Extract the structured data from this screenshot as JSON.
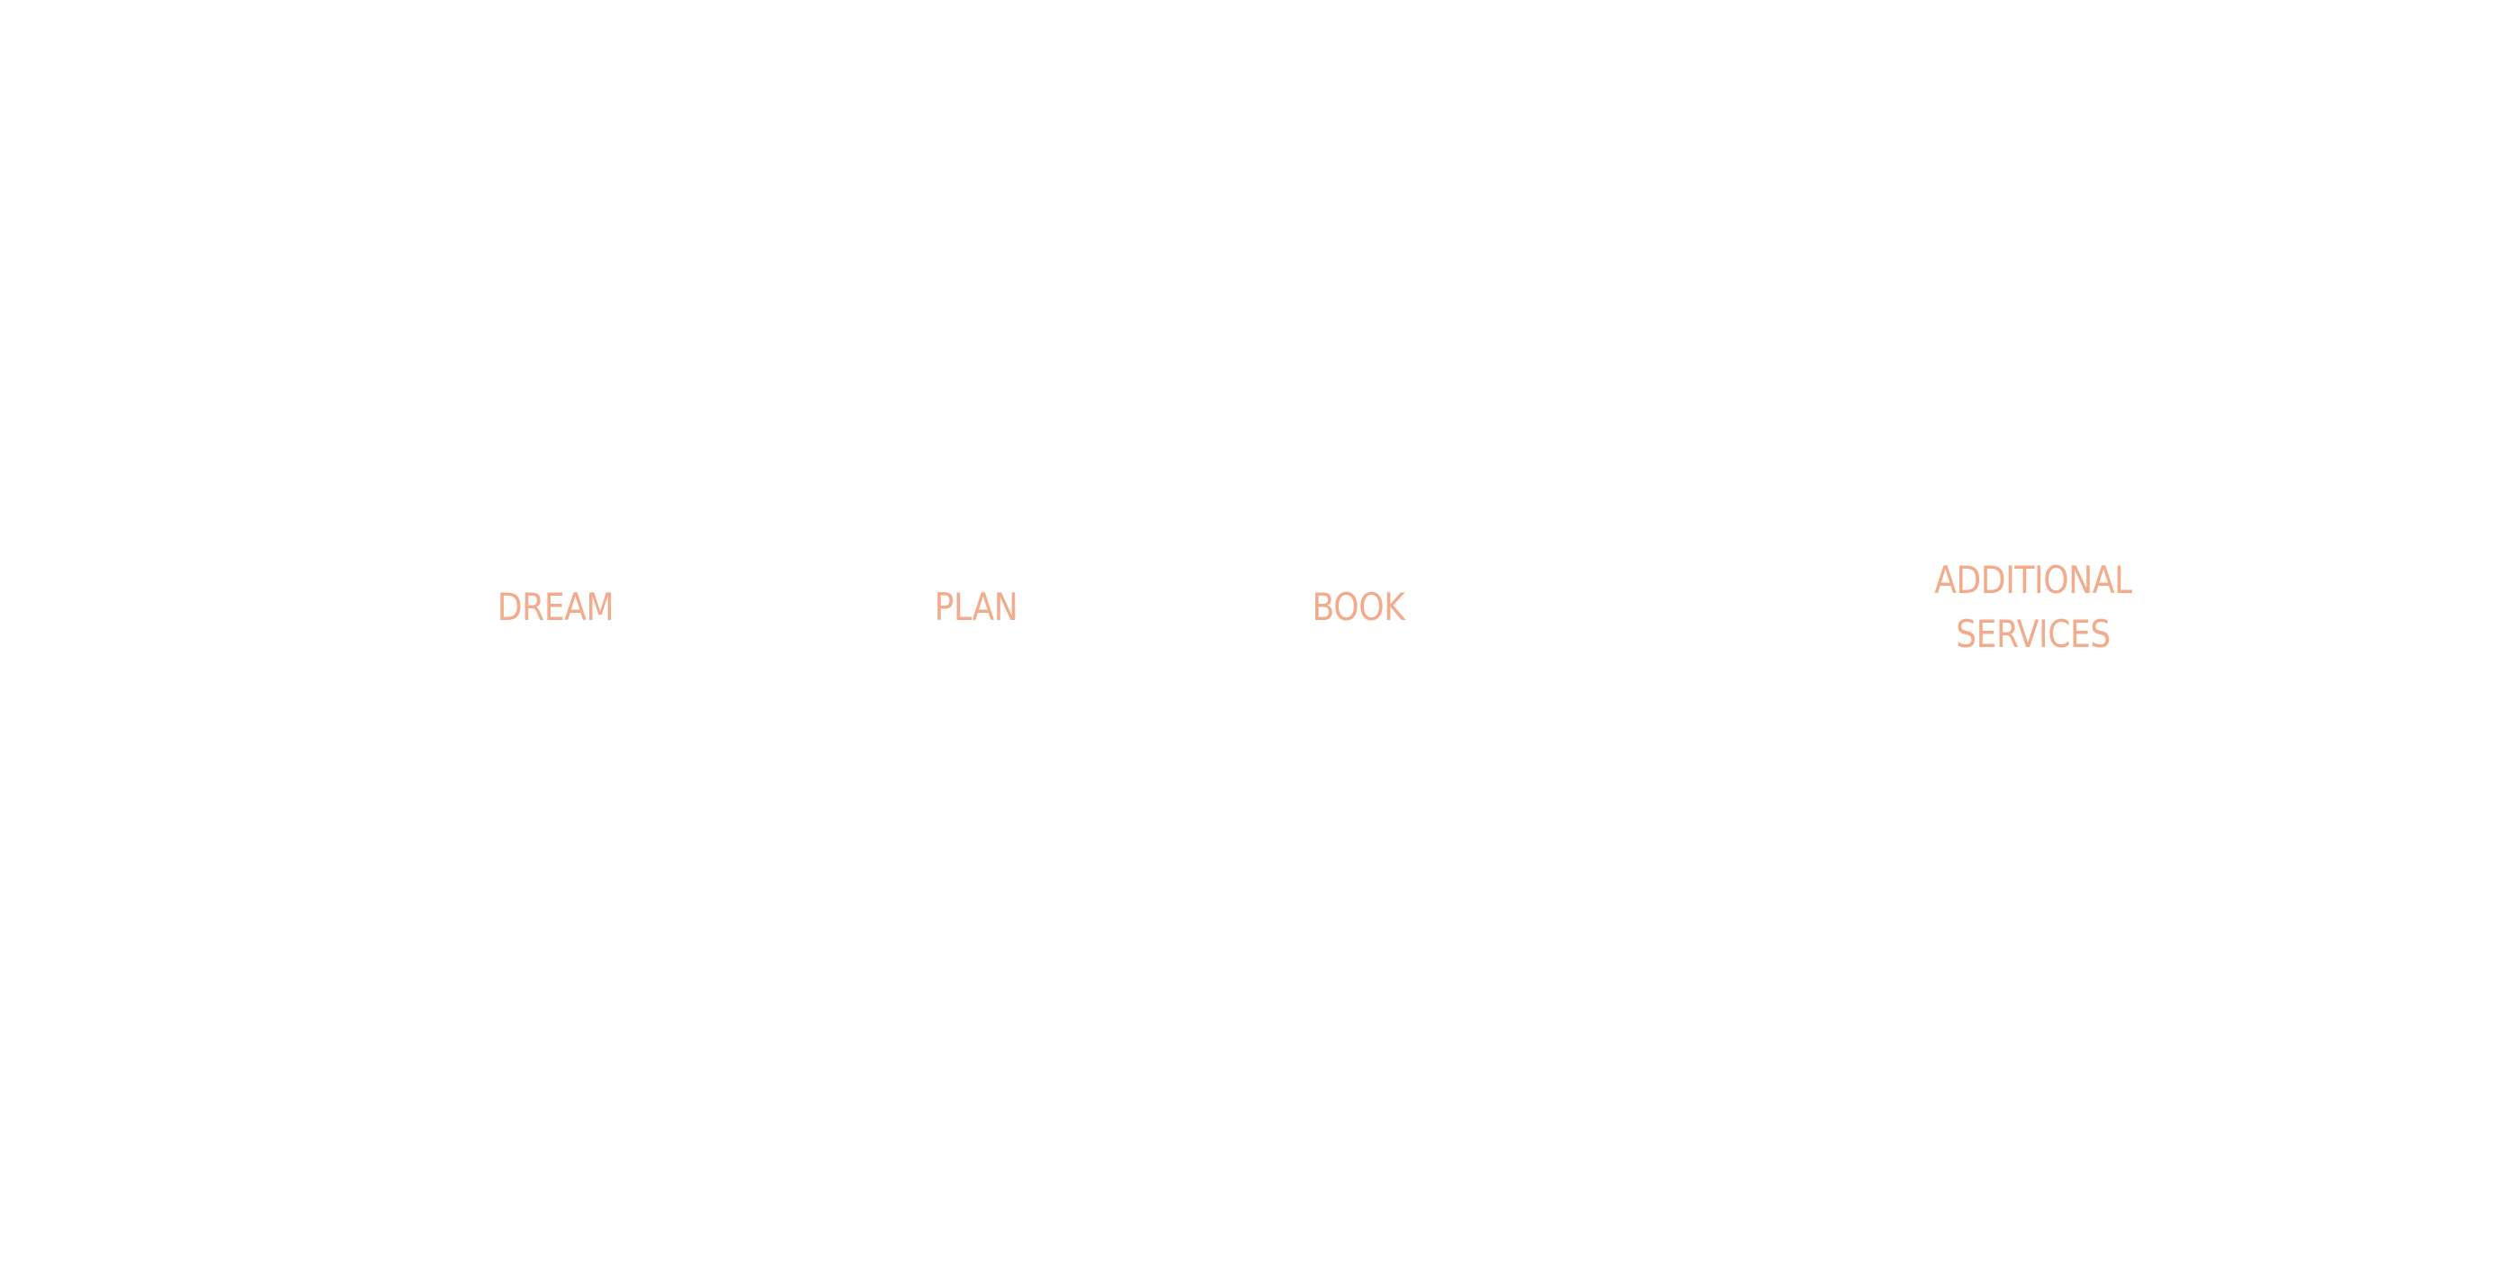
{
  "theme": {
    "accent": "#f2ab8b",
    "background": "#ffffff"
  },
  "nav": {
    "items": [
      {
        "label": "DREAM"
      },
      {
        "label": "PLAN"
      },
      {
        "label": "BOOK"
      },
      {
        "label_lines": [
          "ADDITIONAL",
          "SERVICES"
        ]
      }
    ]
  }
}
